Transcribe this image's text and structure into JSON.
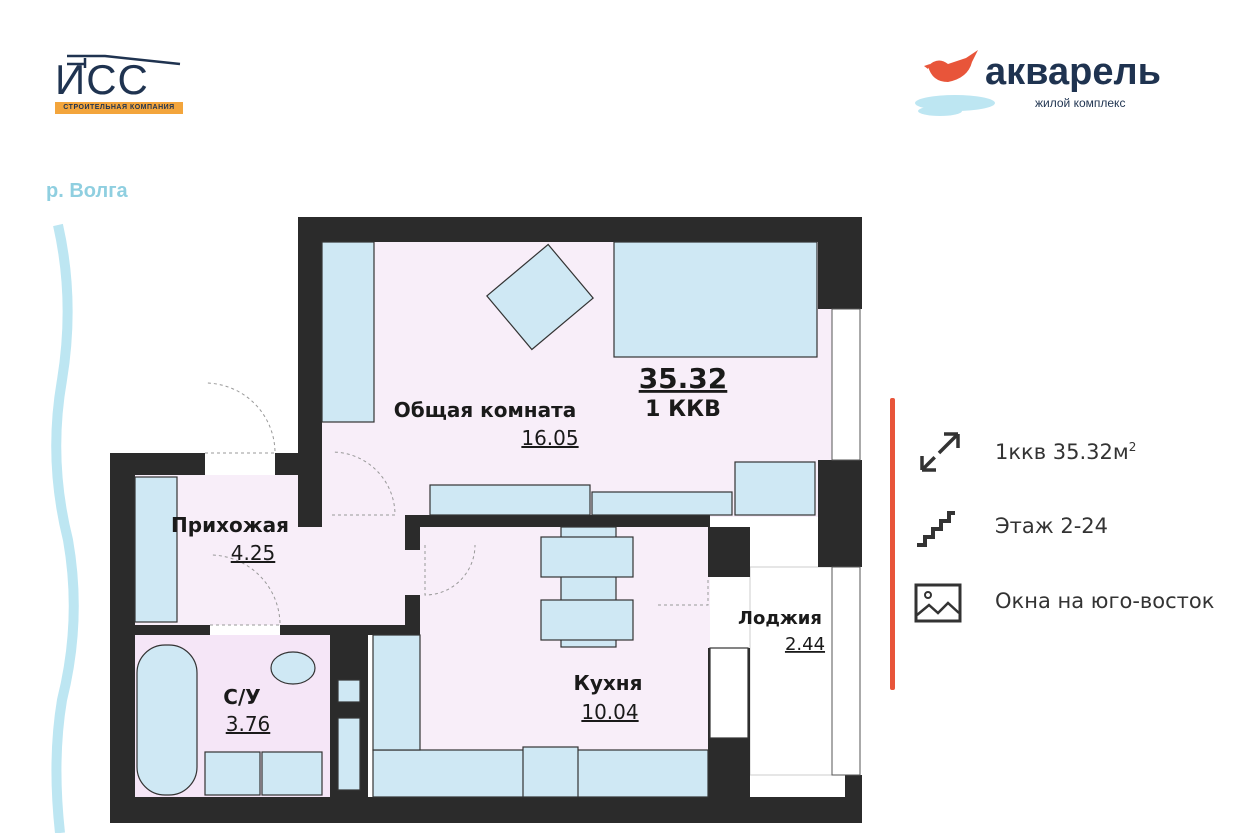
{
  "developer_logo": {
    "letters": "ИСС",
    "tagline": "СТРОИТЕЛЬНАЯ КОМПАНИЯ"
  },
  "complex_logo": {
    "name": "акварель",
    "tagline": "жилой комплекс"
  },
  "river_label": "р. Волга",
  "plan": {
    "total_area": "35.32",
    "type": "1 ККВ",
    "rooms": [
      {
        "name": "Общая комната",
        "area": "16.05"
      },
      {
        "name": "Прихожая",
        "area": "4.25"
      },
      {
        "name": "С/У",
        "area": "3.76"
      },
      {
        "name": "Кухня",
        "area": "10.04"
      },
      {
        "name": "Лоджия",
        "area": "2.44"
      }
    ]
  },
  "info": {
    "area": {
      "icon": "resize-arrows-icon",
      "text": "1ккв 35.32м",
      "sup": "2"
    },
    "floor": {
      "icon": "stairs-icon",
      "text": "Этаж 2-24"
    },
    "windows": {
      "icon": "image-icon",
      "text": "Окна на юго-восток"
    }
  },
  "colors": {
    "wall": "#2b2b2b",
    "room": "#f8eef9",
    "furniture": "#cfe8f4",
    "accent": "#e8553a",
    "navy": "#1f3350",
    "orange": "#f3a53c",
    "water": "#bde6f2"
  }
}
